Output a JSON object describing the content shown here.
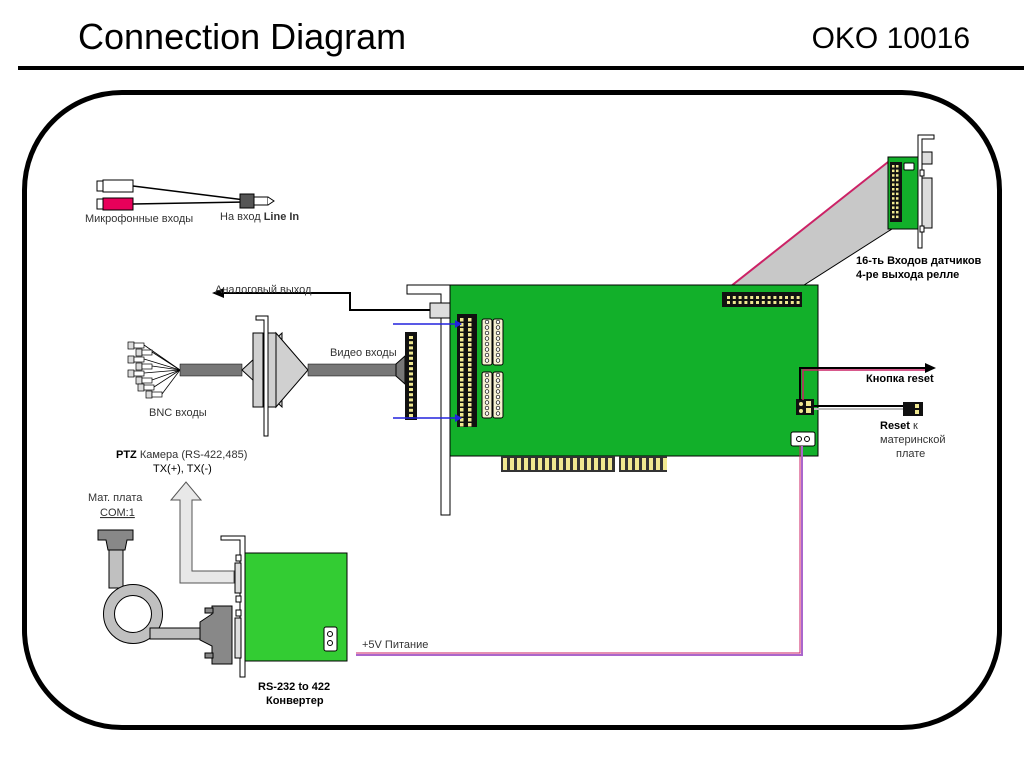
{
  "header": {
    "title": "Connection Diagram",
    "model_code": "OKO 10016"
  },
  "labels": {
    "mic_inputs": "Микрофонные входы",
    "line_in_prefix": "На вход ",
    "line_in_bold": "Line In",
    "analog_out": "Аналоговый выход",
    "video_inputs": "Видео входы",
    "bnc_inputs": "BNC входы",
    "sensors_line1": "16-ть Входов датчиков",
    "sensors_line2": "4-ре выхода релле",
    "reset_button": "Кнопка reset",
    "reset_mb_bold": "Reset",
    "reset_mb_rest": " к",
    "reset_mb_line2": "материнской",
    "reset_mb_line3": "плате",
    "ptz_bold": "PTZ",
    "ptz_rest": " Камера (RS-422,485)",
    "ptz_line2": "TX(+), TX(-)",
    "mb_line1": "Мат. плата",
    "mb_line2": "COM:1",
    "power": "+5V Питание",
    "converter_line1": "RS-232 to 422",
    "converter_line2": "Конвертер"
  },
  "colors": {
    "pcb_green": "#12b02a",
    "converter_green": "#33cc33",
    "cable_gray": "#c8c8c8",
    "pin_yellow": "#f0e890",
    "blue_line": "#2222dd",
    "pink_wire": "#cc2266",
    "purple_wire": "#aa66cc"
  }
}
